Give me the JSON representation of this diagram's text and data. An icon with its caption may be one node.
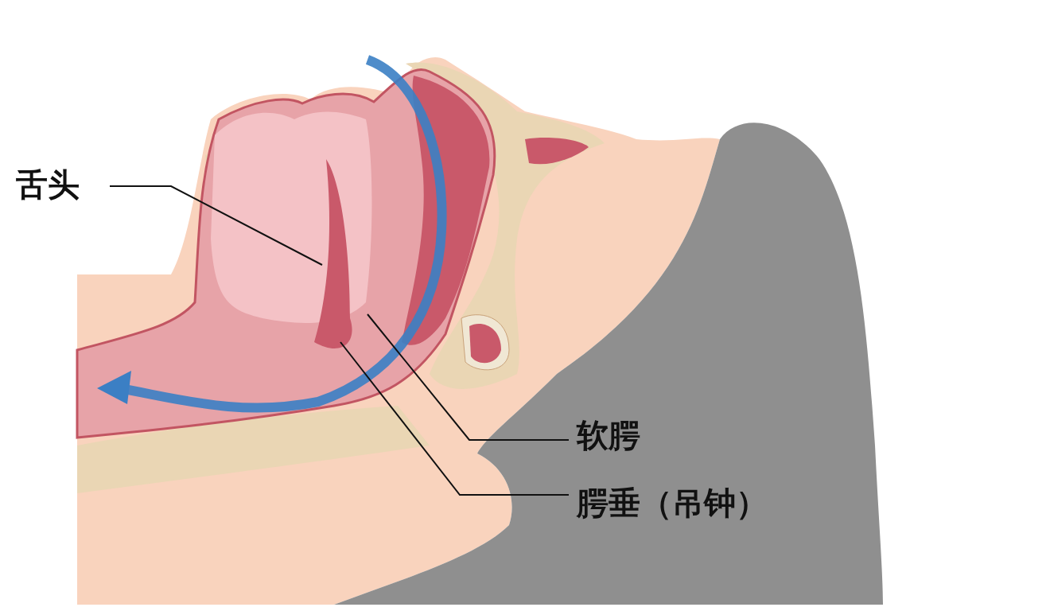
{
  "diagram": {
    "nodes": [
      {
        "text": [
          "舌头"
        ]
      },
      {
        "text": [
          "软腭"
        ]
      },
      {
        "text": [
          "腭垂（吊钟）"
        ]
      }
    ],
    "edges": [
      {
        "from": 0,
        "to": null,
        "arrow": "none"
      },
      {
        "from": 1,
        "to": null,
        "arrow": "none"
      },
      {
        "from": 2,
        "to": null,
        "arrow": "none"
      }
    ]
  }
}
